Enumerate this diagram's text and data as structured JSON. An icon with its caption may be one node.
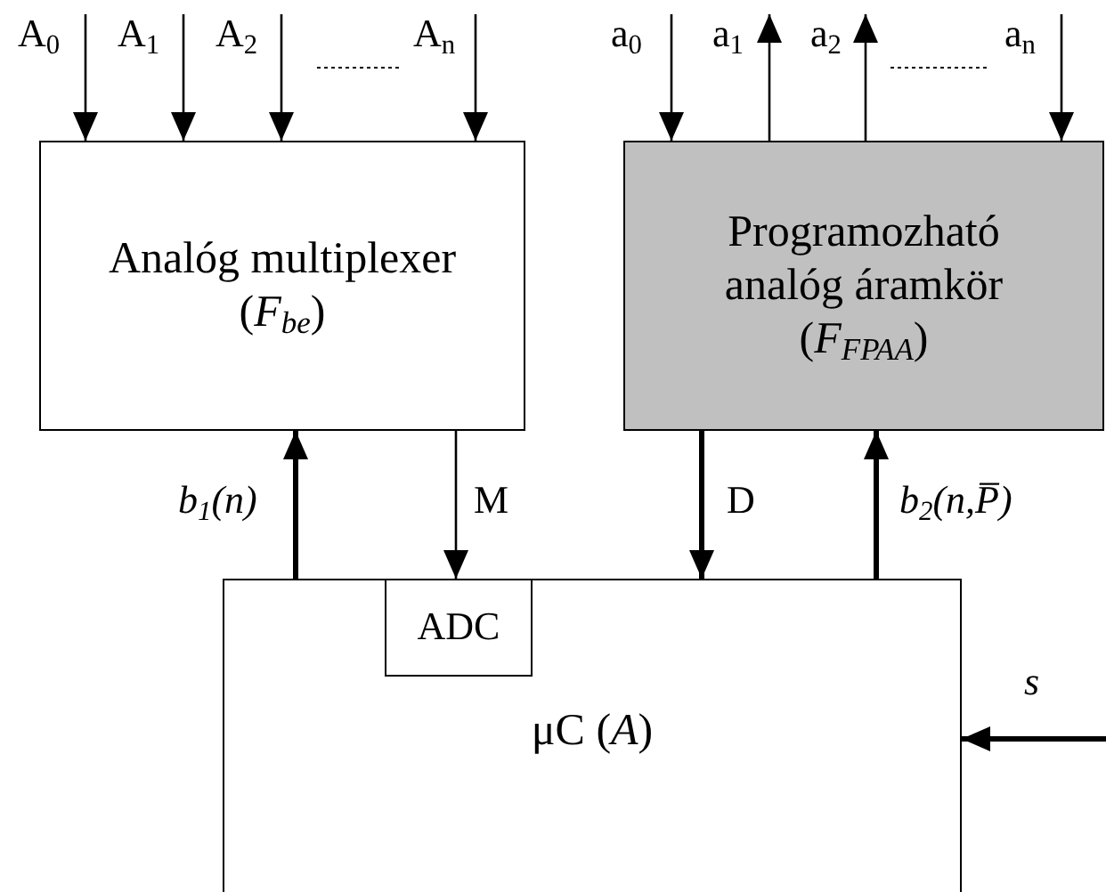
{
  "diagram": {
    "nodes": [
      {
        "text": [
          "Analóg multiplexer",
          "(*F*$_{be}$)"
        ]
      },
      {
        "text": [
          "Programozható analóg áramkör",
          "(*F*$_{FPAA}$)"
        ]
      },
      {
        "text": [
          "μC (*A*)"
        ]
      },
      {
        "text": [
          "ADC"
        ],
        "in": 2
      }
    ],
    "edges": [
      {
        "from": null,
        "to": 0,
        "arrow": "to",
        "label": "A$_{0}$"
      },
      {
        "from": null,
        "to": 0,
        "arrow": "to",
        "label": "A$_{1}$"
      },
      {
        "from": null,
        "to": 0,
        "arrow": "to",
        "label": "A$_{2}$"
      },
      {
        "from": null,
        "to": 0,
        "arrow": "to",
        "label": "A$_{n}$"
      },
      {
        "from": null,
        "to": 1,
        "arrow": "to",
        "label": "a$_{0}$"
      },
      {
        "from": 1,
        "to": null,
        "arrow": "to",
        "label": "a$_{1}$"
      },
      {
        "from": 1,
        "to": null,
        "arrow": "to",
        "label": "a$_{2}$"
      },
      {
        "from": null,
        "to": 1,
        "arrow": "to",
        "label": "a$_{n}$"
      },
      {
        "from": 2,
        "to": 0,
        "arrow": "to",
        "label": "b$_{1}$(n)",
        "style": "thick"
      },
      {
        "from": 0,
        "to": 3,
        "arrow": "to",
        "label": "M"
      },
      {
        "from": 1,
        "to": 2,
        "arrow": "to",
        "label": "D",
        "style": "thick"
      },
      {
        "from": 2,
        "to": 1,
        "arrow": "to",
        "label": "b$_{2}$(n,P̅)",
        "style": "thick"
      },
      {
        "from": null,
        "to": 2,
        "arrow": "to",
        "label": "s",
        "style": "thick"
      }
    ]
  }
}
